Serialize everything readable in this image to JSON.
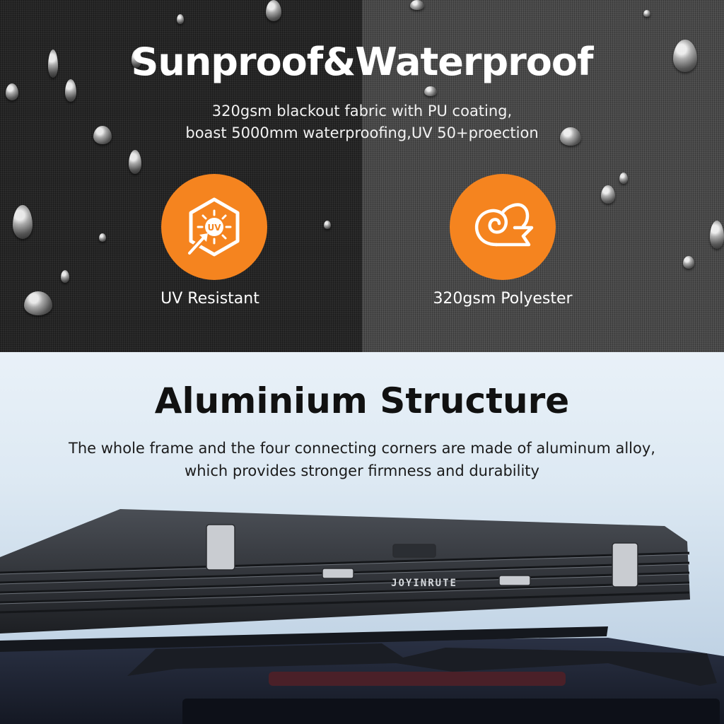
{
  "section_top": {
    "title": "Sunproof&Waterproof",
    "subtitle_line1": "320gsm blackout fabric with PU coating,",
    "subtitle_line2": "boast 5000mm waterproofing,UV 50+proection",
    "badges": [
      {
        "icon": "uv-shield-icon",
        "label": "UV Resistant"
      },
      {
        "icon": "fabric-roll-icon",
        "label": "320gsm Polyester"
      }
    ],
    "badge_color": "#f5841f",
    "uv_icon_text": "UV"
  },
  "section_bottom": {
    "title": "Aluminium Structure",
    "subtitle_line1": "The whole frame and the four connecting corners are made of aluminum alloy,",
    "subtitle_line2": "which provides stronger firmness and durability",
    "brand_text": "JOYINRUTE"
  }
}
